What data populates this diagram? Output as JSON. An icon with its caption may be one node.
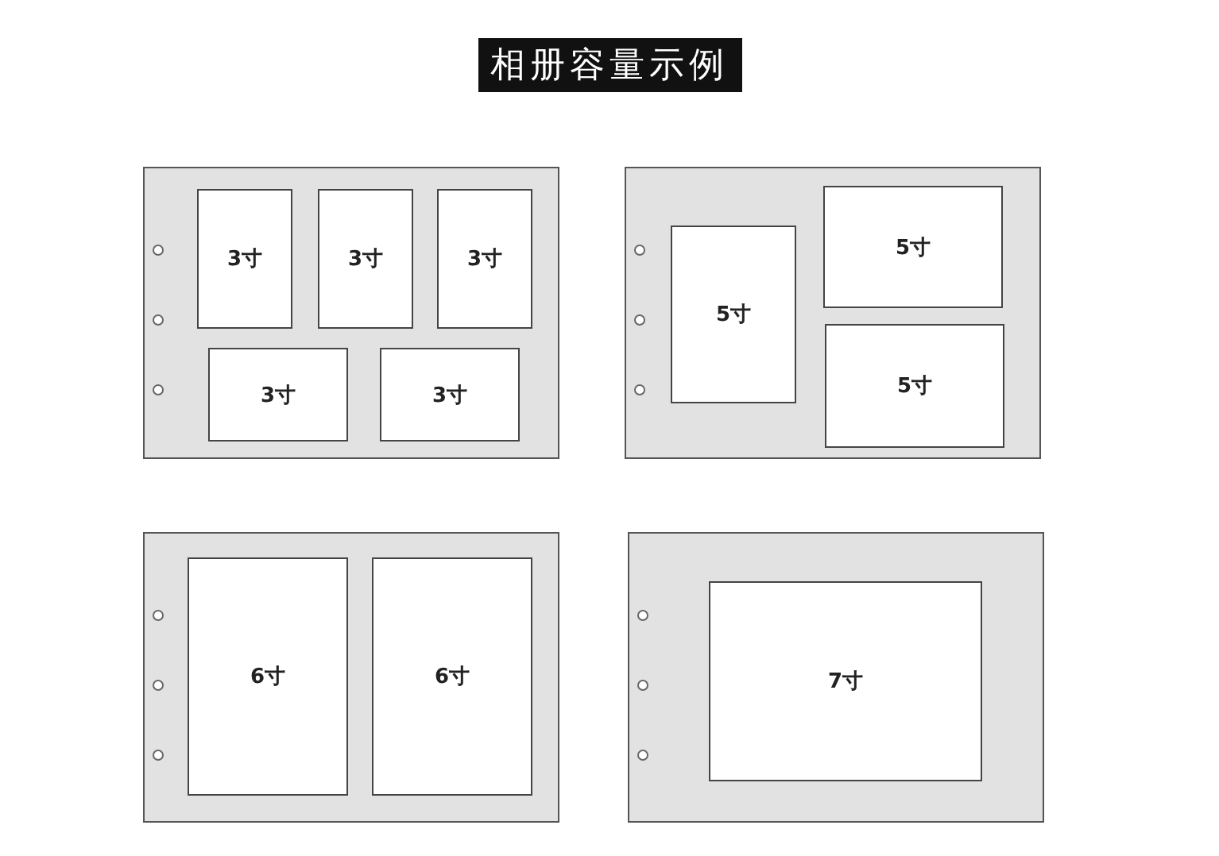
{
  "diagram": {
    "title": "相册容量示例",
    "nodes": [
      {
        "text": [],
        "shape": "box"
      },
      {
        "text": [
          "3寸"
        ],
        "in": 0
      },
      {
        "text": [
          "3寸"
        ],
        "in": 0
      },
      {
        "text": [
          "3寸"
        ],
        "in": 0
      },
      {
        "text": [
          "3寸"
        ],
        "in": 0
      },
      {
        "text": [
          "3寸"
        ],
        "in": 0
      },
      {
        "text": [],
        "shape": "box"
      },
      {
        "text": [
          "5寸"
        ],
        "in": 6
      },
      {
        "text": [
          "5寸"
        ],
        "in": 6
      },
      {
        "text": [
          "5寸"
        ],
        "in": 6
      },
      {
        "text": [],
        "shape": "box"
      },
      {
        "text": [
          "6寸"
        ],
        "in": 10
      },
      {
        "text": [
          "6寸"
        ],
        "in": 10
      },
      {
        "text": [],
        "shape": "box"
      },
      {
        "text": [
          "7寸"
        ],
        "in": 13
      }
    ]
  }
}
